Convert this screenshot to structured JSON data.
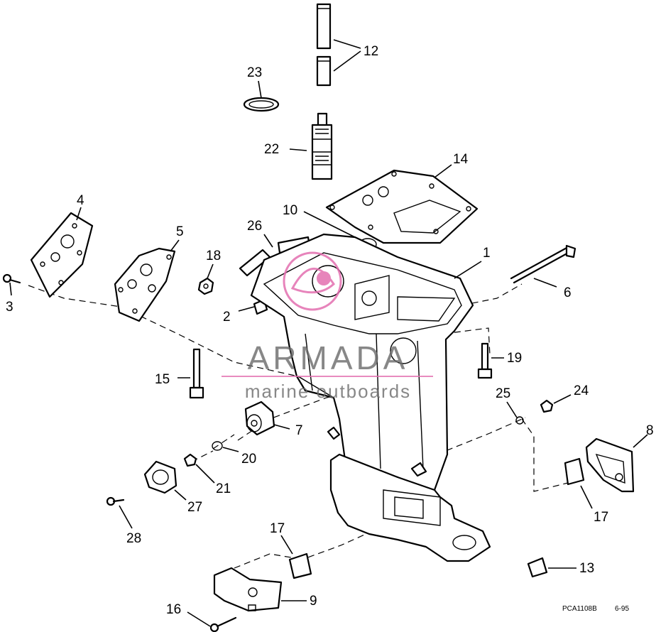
{
  "diagram": {
    "callouts": [
      {
        "id": "1",
        "text": "1"
      },
      {
        "id": "2",
        "text": "2"
      },
      {
        "id": "3",
        "text": "3"
      },
      {
        "id": "4",
        "text": "4"
      },
      {
        "id": "5",
        "text": "5"
      },
      {
        "id": "6",
        "text": "6"
      },
      {
        "id": "7",
        "text": "7"
      },
      {
        "id": "8",
        "text": "8"
      },
      {
        "id": "9",
        "text": "9"
      },
      {
        "id": "10",
        "text": "10"
      },
      {
        "id": "12",
        "text": "12"
      },
      {
        "id": "13",
        "text": "13"
      },
      {
        "id": "14",
        "text": "14"
      },
      {
        "id": "15",
        "text": "15"
      },
      {
        "id": "16",
        "text": "16"
      },
      {
        "id": "17a",
        "text": "17"
      },
      {
        "id": "17b",
        "text": "17"
      },
      {
        "id": "18",
        "text": "18"
      },
      {
        "id": "19",
        "text": "19"
      },
      {
        "id": "20",
        "text": "20"
      },
      {
        "id": "21",
        "text": "21"
      },
      {
        "id": "22",
        "text": "22"
      },
      {
        "id": "23",
        "text": "23"
      },
      {
        "id": "24",
        "text": "24"
      },
      {
        "id": "25",
        "text": "25"
      },
      {
        "id": "26",
        "text": "26"
      },
      {
        "id": "27",
        "text": "27"
      },
      {
        "id": "28",
        "text": "28"
      }
    ],
    "drawing_code": "PCA1108B",
    "date_code": "6-95"
  },
  "watermark": {
    "brand": "ARMADA",
    "tagline": "marine outboards",
    "color": "#e36fb0"
  }
}
